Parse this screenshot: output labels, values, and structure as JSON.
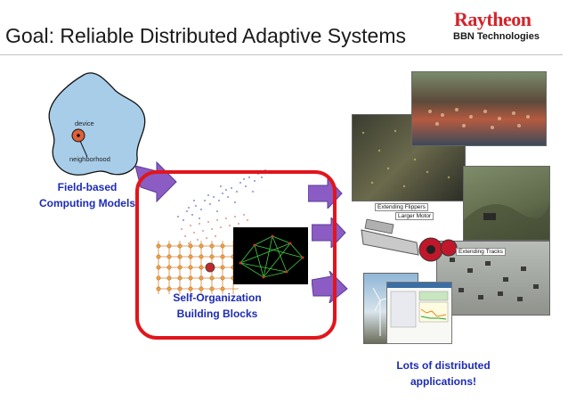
{
  "slide": {
    "title": "Goal: Reliable Distributed Adaptive Systems"
  },
  "logo": {
    "brand": "Raytheon",
    "subtitle": "BBN Technologies"
  },
  "field_model": {
    "device_label": "device",
    "neighborhood_label": "neighborhood",
    "caption_line1": "Field-based",
    "caption_line2": "Computing Models"
  },
  "building_blocks": {
    "caption_line1": "Self-Organization",
    "caption_line2": "Building Blocks"
  },
  "applications": {
    "robot_label_1": "Extending Flippers",
    "robot_label_2": "Larger Motor",
    "robot_label_3": "Extending Tracks",
    "caption_line1": "Lots of distributed",
    "caption_line2": "applications!"
  },
  "colors": {
    "title_text": "#1a1a1a",
    "brand_red": "#d3242b",
    "label_blue": "#1c2bb5",
    "highlight_red": "#e2151c",
    "arrow_purple": "#8b5cc4",
    "blob_fill": "#a8cde9"
  }
}
